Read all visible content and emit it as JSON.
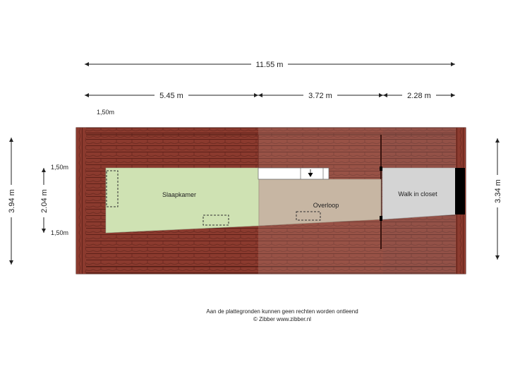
{
  "dimensions": {
    "total_width": "11.55 m",
    "segment_1": "5.45 m",
    "segment_2": "3.72 m",
    "segment_3": "2.28 m",
    "left_outer_height": "3.94 m",
    "left_inner_height": "2.04 m",
    "right_height": "3.34 m",
    "top_note": "1,50m",
    "upper_note": "1,50m",
    "lower_note": "1,50m"
  },
  "rooms": {
    "slaapkamer": "Slaapkamer",
    "overloop": "Overloop",
    "walk_in_closet": "Walk in closet"
  },
  "colors": {
    "roof": "#8b3a2e",
    "roof_dark": "#6e2a21",
    "slaapkamer": "#cfe2b3",
    "overloop": "#c7b6a3",
    "walk_in_closet": "#d4d4d4"
  },
  "footer": {
    "line1": "Aan de plattegronden kunnen geen rechten worden ontleend",
    "line2": "© Zibber www.zibber.nl"
  }
}
